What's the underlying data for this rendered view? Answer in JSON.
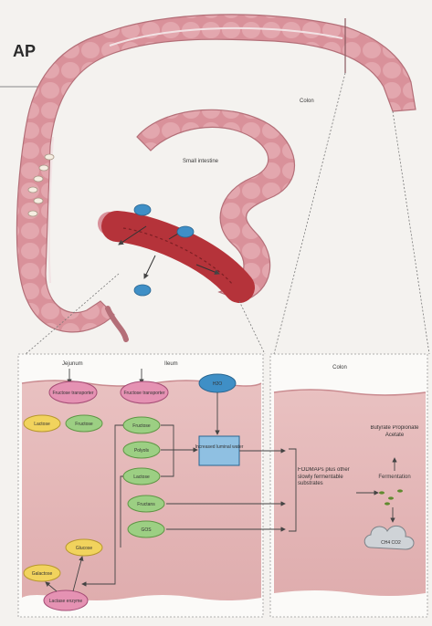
{
  "header": {
    "title": "AP"
  },
  "labels": {
    "colon": "Colon",
    "small_intestine": "Small intestine",
    "jejunum": "Jejunum",
    "ileum": "Ileum",
    "colon_panel": "Colon",
    "fodmaps": "FODMAPs plus other slowly fermentable substrates",
    "products": "Butyrate Propionate Acetate",
    "fermentation": "Fermentation",
    "gas": "CH4 CO2"
  },
  "nodes": {
    "jej_transporter": "Fructose transporter",
    "ile_transporter": "Fructose transporter",
    "lactose_jej": "Lactose",
    "fructose_jej": "Fructose",
    "fructose_ile": "Fructose",
    "polyols": "Polyols",
    "lactose_ile": "Lactose",
    "fructans": "Fructans",
    "gos": "GOS",
    "h2o_bubble": "H2O",
    "osmotic_box": "Increased luminal water",
    "glucose": "Glucose",
    "galactose": "Galactose",
    "lactase": "Lactase enzyme"
  },
  "colors": {
    "colon_pink": "#d9919a",
    "lumen_red": "#b5333a",
    "green_node": "#9ccf83",
    "yellow_node": "#f1d35d",
    "blue_node": "#3f8fc6"
  },
  "icons": [
    "water-droplet-icon",
    "gas-cloud-icon"
  ]
}
